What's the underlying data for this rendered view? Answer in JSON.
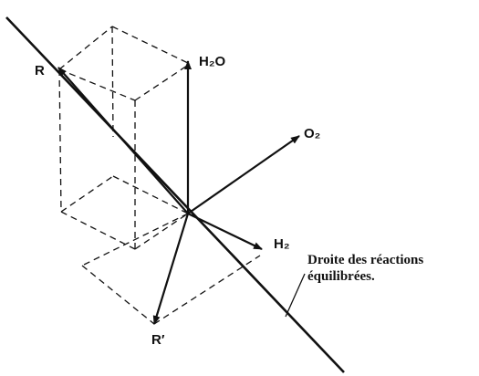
{
  "vectors": {
    "h2o": {
      "label": "H₂O"
    },
    "o2": {
      "label": "O₂"
    },
    "h2": {
      "label": "H₂"
    },
    "r": {
      "label": "R"
    },
    "r_prime": {
      "label": "R′"
    }
  },
  "annotation": {
    "line1": "Droite des réactions",
    "line2": "équilibrées."
  }
}
